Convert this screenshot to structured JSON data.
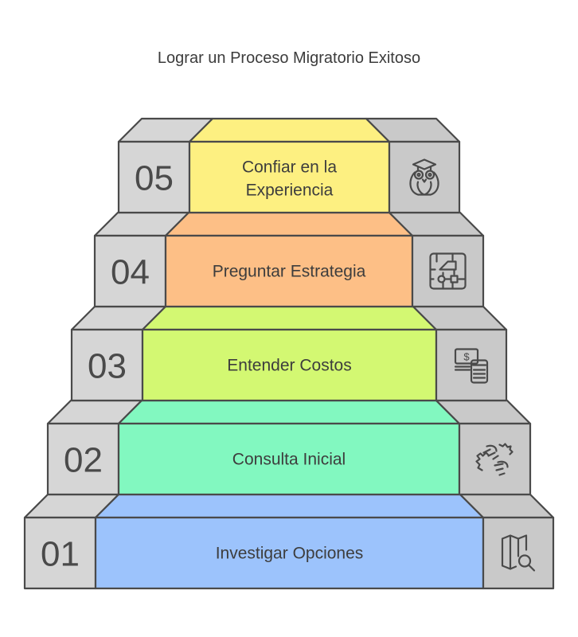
{
  "title": "Lograr un Proceso Migratorio Exitoso",
  "steps": [
    {
      "number": "01",
      "label": "Investigar Opciones",
      "color": "#9cc3fc",
      "icon": "map-search-icon"
    },
    {
      "number": "02",
      "label": "Consulta Inicial",
      "color": "#82f8c0",
      "icon": "handshake-icon"
    },
    {
      "number": "03",
      "label": "Entender Costos",
      "color": "#d3f872",
      "icon": "money-calculator-icon"
    },
    {
      "number": "04",
      "label": "Preguntar Estrategia",
      "color": "#fdbf86",
      "icon": "flowchart-icon"
    },
    {
      "number": "05",
      "label": "Confiar en la Experiencia",
      "label_lines": [
        "Confiar en la",
        "Experiencia"
      ],
      "color": "#fdf081",
      "icon": "owl-graduate-icon"
    }
  ],
  "gray_front": "#d6d6d6",
  "gray_right": "#c9c9c9",
  "stroke": "#4a4a4a"
}
